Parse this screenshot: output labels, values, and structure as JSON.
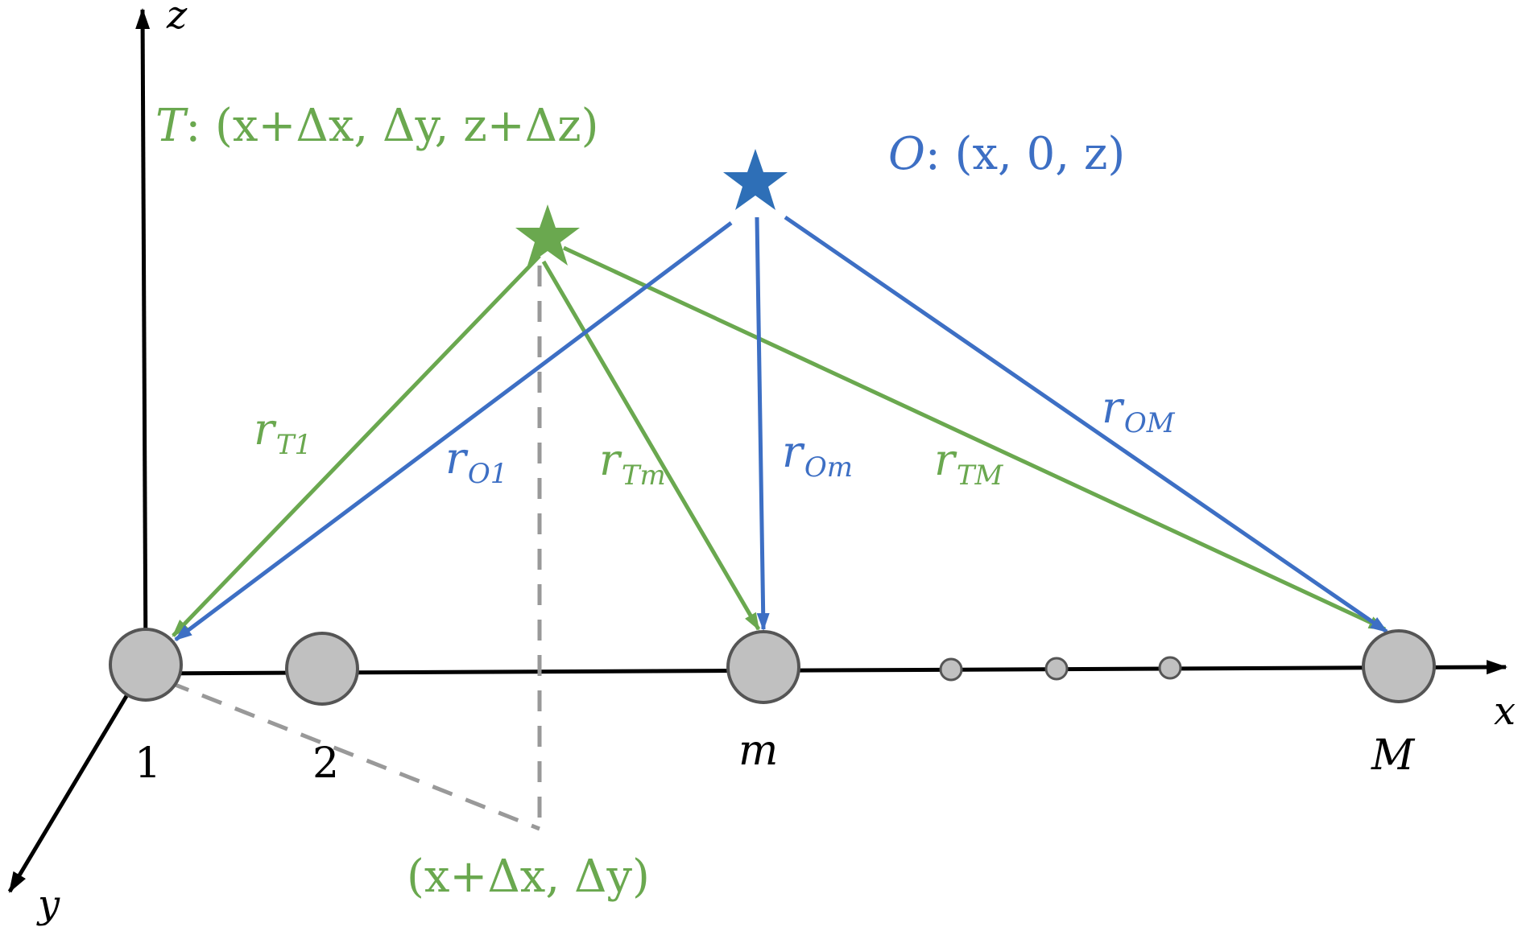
{
  "colors": {
    "axis": "#000000",
    "target": "#6aa84f",
    "origin": "#3d6fc4",
    "sensor_fill": "#c0c0c0",
    "sensor_stroke": "#555555",
    "dashed": "#999999"
  },
  "axes": {
    "z_label": "z",
    "x_label": "x",
    "y_label": "y"
  },
  "points": {
    "target": {
      "name": "T",
      "coords": ": (x+Δx, Δy, z+Δz)"
    },
    "origin": {
      "name": "O",
      "coords": ": (x, 0, z)"
    },
    "projection": {
      "coords": "(x+Δx, Δy)"
    }
  },
  "sensors": {
    "labels": [
      "1",
      "2",
      "m",
      "M"
    ],
    "ellipsis": "···"
  },
  "distances": {
    "r_T1": {
      "base": "r",
      "sub": "T1"
    },
    "r_O1": {
      "base": "r",
      "sub": "O1"
    },
    "r_Tm": {
      "base": "r",
      "sub": "Tm"
    },
    "r_Om": {
      "base": "r",
      "sub": "Om"
    },
    "r_TM": {
      "base": "r",
      "sub": "TM"
    },
    "r_OM": {
      "base": "r",
      "sub": "OM"
    }
  }
}
